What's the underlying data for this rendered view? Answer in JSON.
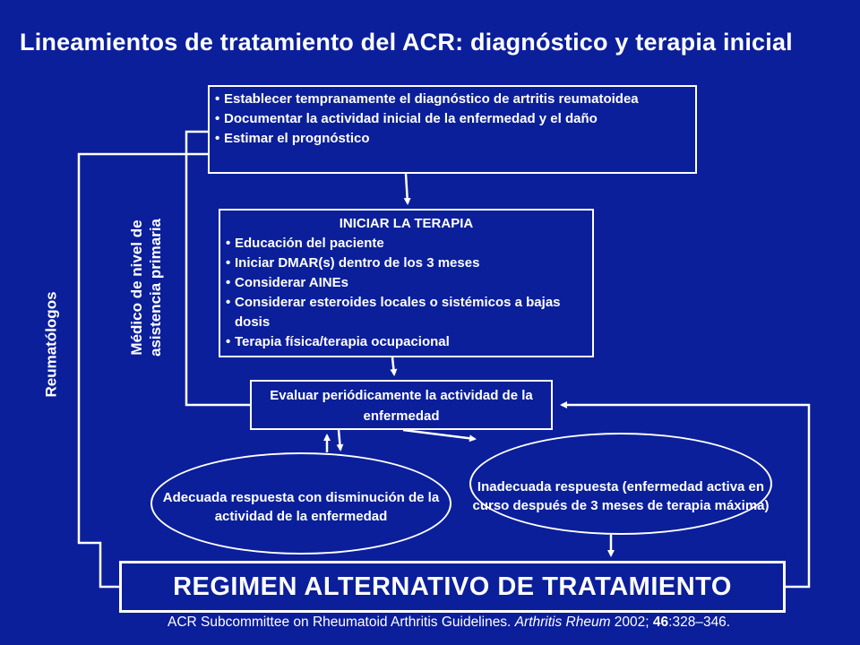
{
  "title": "Lineamientos de tratamiento del ACR: diagnóstico y terapia inicial",
  "box_diagnosis": {
    "items": [
      "Establecer tempranamente el diagnóstico de artritis reumatoidea",
      "Documentar la actividad inicial de la enfermedad y el daño",
      "Estimar el prognóstico"
    ]
  },
  "box_start_therapy": {
    "heading": "INICIAR  LA TERAPIA",
    "items": [
      "Educación del paciente",
      "Iniciar DMAR(s) dentro de los 3 meses",
      "Considerar AINEs",
      "Considerar esteroides locales o sistémicos a bajas dosis",
      "Terapia física/terapia ocupacional"
    ]
  },
  "box_evaluate": "Evaluar periódicamente la actividad de la enfermedad",
  "ellipse_adequate": "Adecuada respuesta con disminución de la actividad de la enfermedad",
  "ellipse_inadequate": "Inadecuada respuesta (enfermedad activa en curso después de 3 meses de terapia máxima)",
  "box_alternative": "REGIMEN ALTERNATIVO DE TRATAMIENTO",
  "label_rheumatologists": "Reumatólogos",
  "label_primary_care": "Médico de nivel de asistencia primaria",
  "footer": {
    "authors": "ACR Subcommittee on Rheumatoid Arthritis Guidelines. ",
    "journal": "Arthritis Rheum",
    "year": " 2002; ",
    "volume": "46",
    "pages": ":328–346."
  },
  "colors": {
    "background": "#0b1f9a",
    "foreground": "#ffffff"
  }
}
